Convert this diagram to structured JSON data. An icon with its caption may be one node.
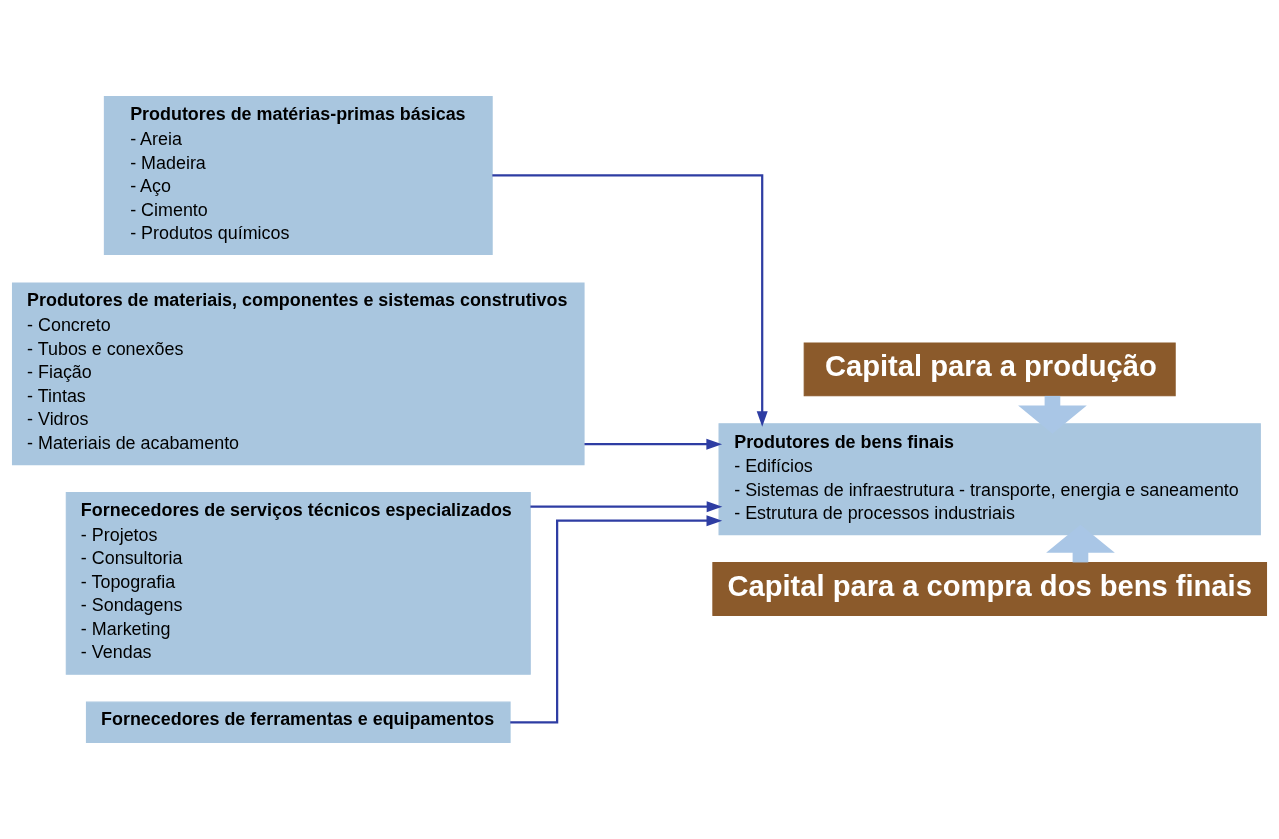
{
  "diagram": {
    "nodes": [
      {
        "text": [
          "Produtores de matérias-primas básicas",
          "- Areia",
          "- Madeira",
          "- Aço",
          "- Cimento",
          "- Produtos químicos"
        ]
      },
      {
        "text": [
          "Produtores de materiais, componentes e sistemas construtivos",
          "- Concreto",
          "- Tubos e conexões",
          "- Fiação",
          "- Tintas",
          "- Vidros",
          "- Materiais de acabamento"
        ]
      },
      {
        "text": [
          "Fornecedores de serviços técnicos especializados",
          "- Projetos",
          "- Consultoria",
          "- Topografia",
          "- Sondagens",
          "- Marketing",
          "- Vendas"
        ]
      },
      {
        "text": [
          "Fornecedores de ferramentas e equipamentos"
        ]
      },
      {
        "text": [
          "Capital para a produção"
        ]
      },
      {
        "text": [
          "Produtores de bens finais",
          "- Edifícios",
          "- Sistemas de infraestrutura - transporte, energia e saneamento",
          "- Estrutura de processos industriais"
        ]
      },
      {
        "text": [
          "Capital para a compra dos bens finais"
        ]
      }
    ],
    "edges": [
      {
        "from": 0,
        "to": 5,
        "arrow": "to"
      },
      {
        "from": 1,
        "to": 5,
        "arrow": "to"
      },
      {
        "from": 2,
        "to": 5,
        "arrow": "to"
      },
      {
        "from": 3,
        "to": 5,
        "arrow": "to"
      },
      {
        "from": 4,
        "to": 5,
        "arrow": "to",
        "style": "thick",
        "color": "#a9c6e6"
      },
      {
        "from": 6,
        "to": 5,
        "arrow": "to",
        "style": "thick",
        "color": "#a9c6e6"
      }
    ]
  }
}
